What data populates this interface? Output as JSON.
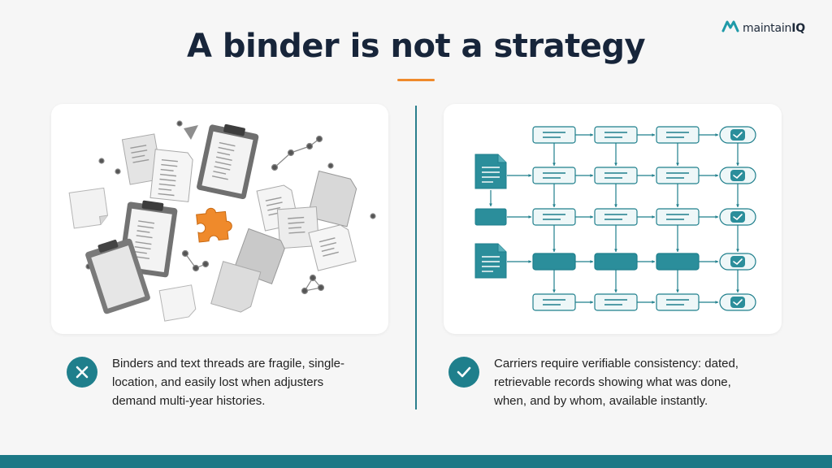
{
  "brand": {
    "name_prefix": "maintain",
    "name_suffix": "IQ",
    "logo_icon": "mountain-logo-icon",
    "accent_color": "#1f7f8c"
  },
  "title": "A binder is not a strategy",
  "colors": {
    "title": "#17253a",
    "title_rule": "#ef8a2b",
    "teal": "#1f7f8c",
    "puzzle": "#ef8a2b"
  },
  "left_panel": {
    "illustration": "scattered-papers-clipboards-and-puzzle-piece",
    "icon": "close-icon",
    "caption": "Binders and text threads are fragile, single-location, and easily lost when adjusters demand multi-year histories."
  },
  "right_panel": {
    "illustration": "connected-records-flow-grid",
    "icon": "check-icon",
    "caption": "Carriers require verifiable consistency: dated, retrievable records showing what was done, when, and by whom, available instantly."
  }
}
